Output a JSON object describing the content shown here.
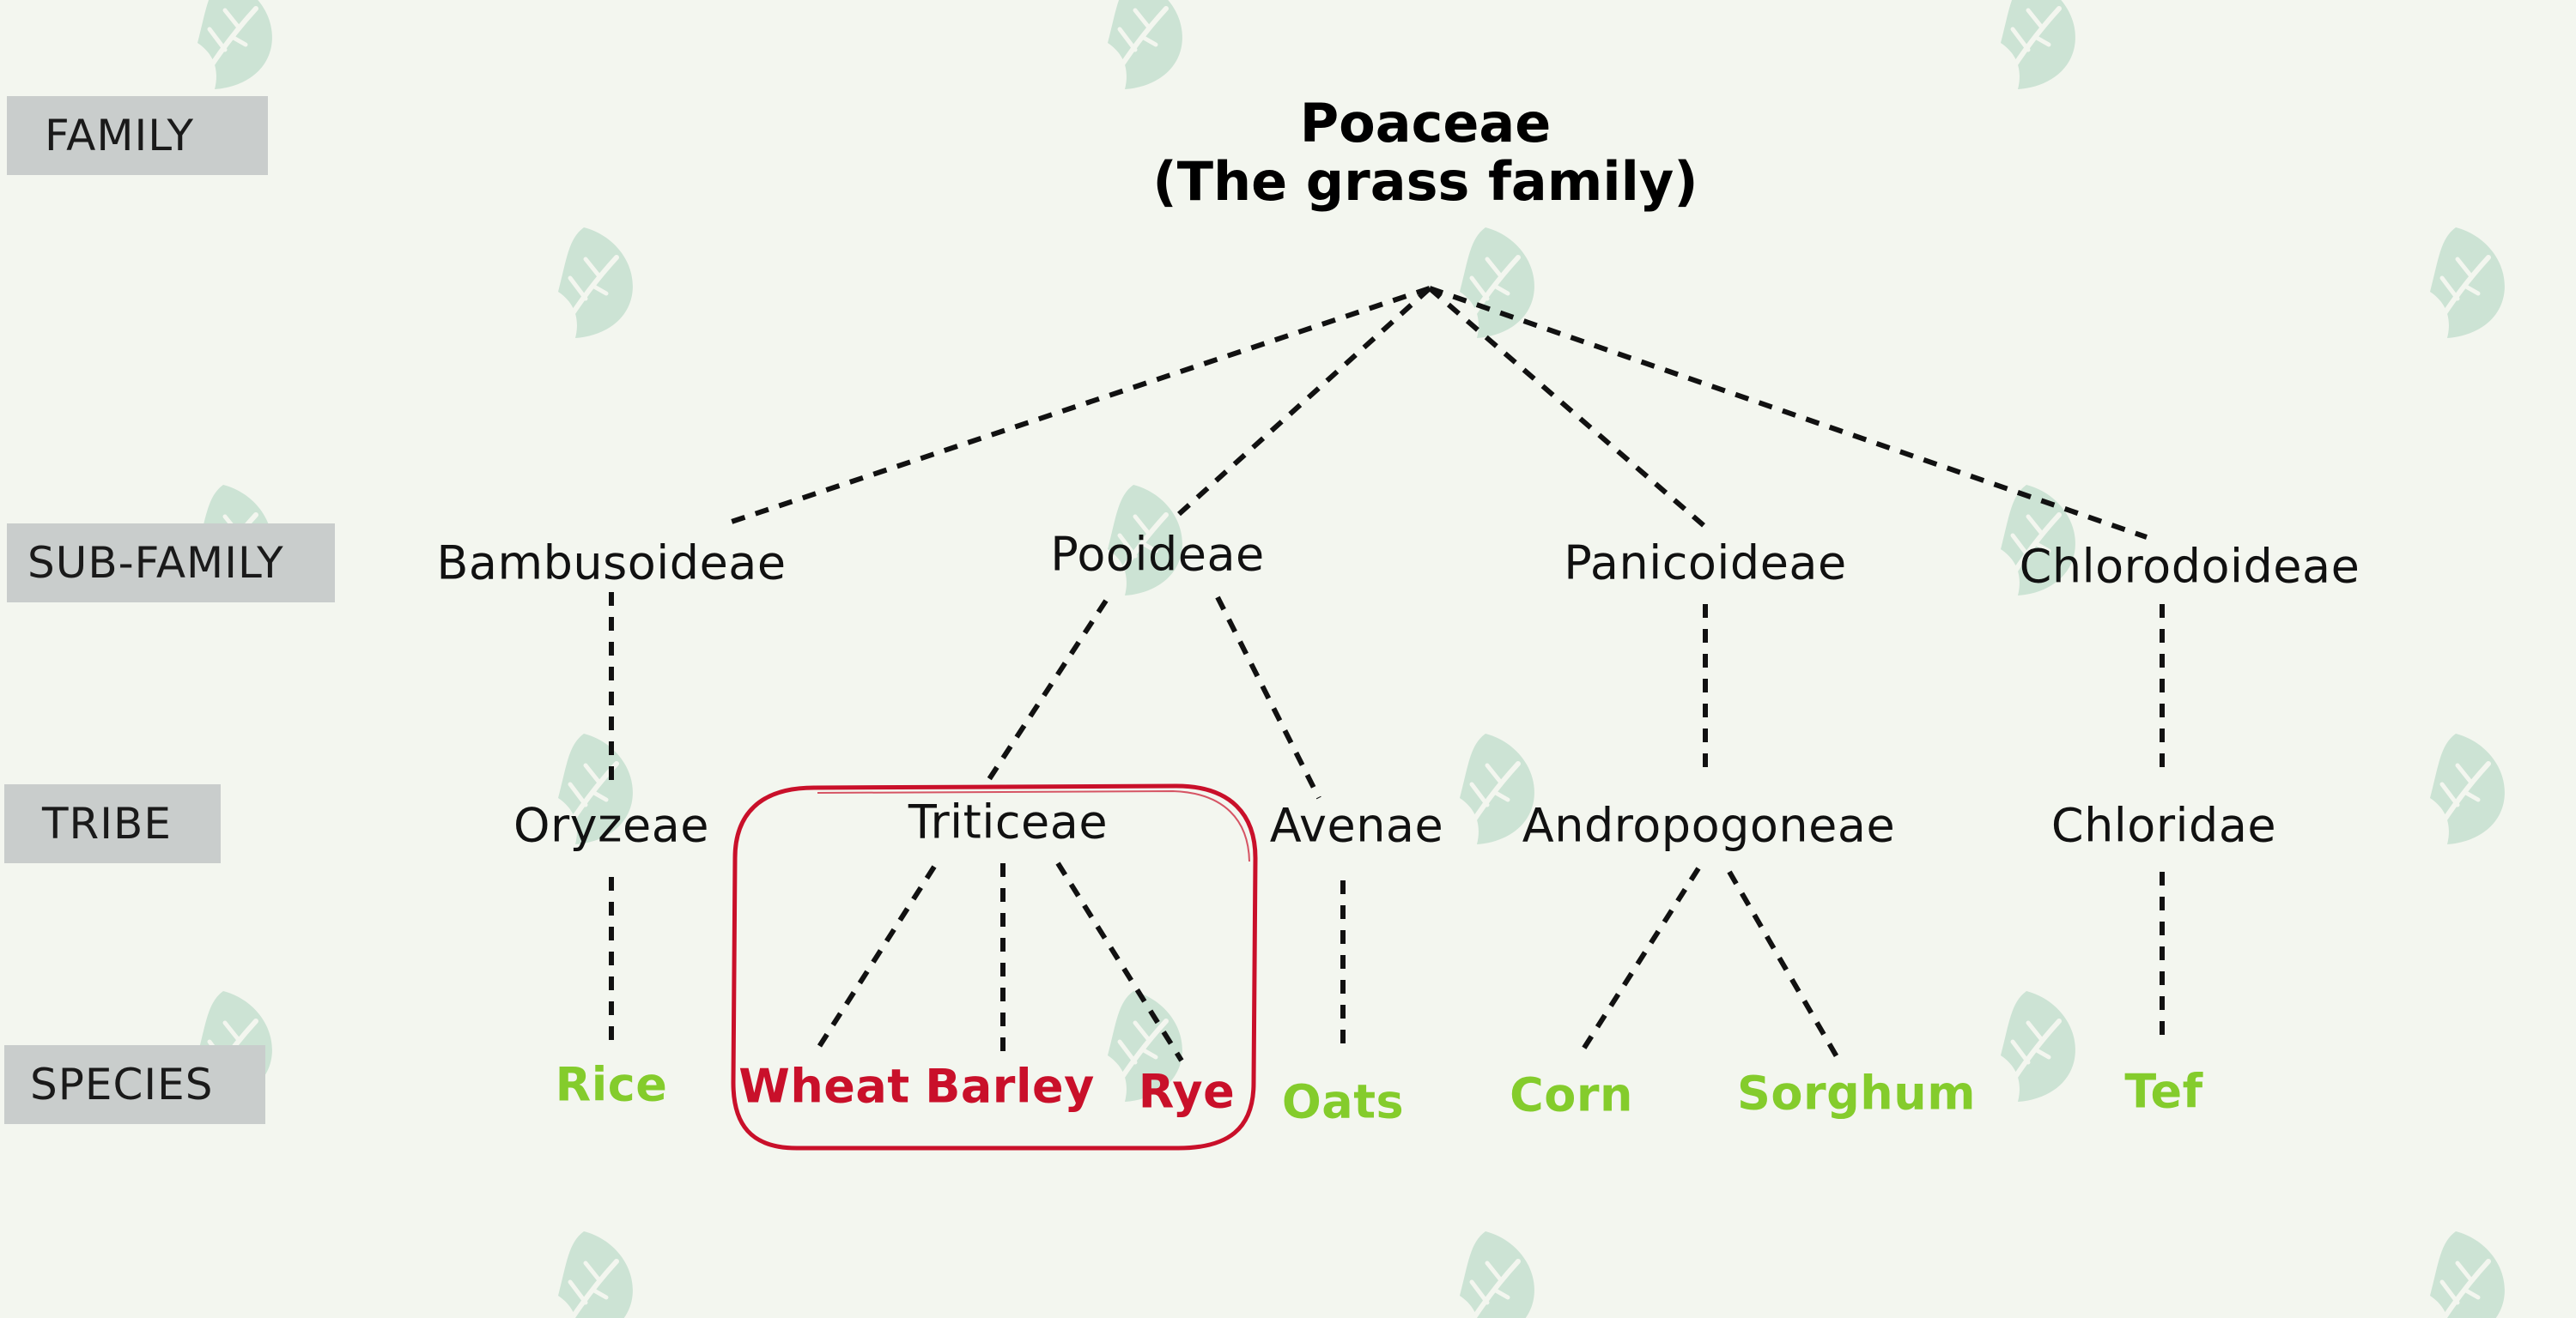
{
  "levels": {
    "family": "FAMILY",
    "subfamily": "SUB-FAMILY",
    "tribe": "TRIBE",
    "species": "SPECIES"
  },
  "root": {
    "name": "Poaceae",
    "common_name": "(The grass family)"
  },
  "subfamilies": {
    "bambusoideae": "Bambusoideae",
    "pooideae": "Pooideae",
    "panicoideae": "Panicoideae",
    "chlorodoideae": "Chlorodoideae"
  },
  "tribes": {
    "oryzeae": "Oryzeae",
    "triticeae": "Triticeae",
    "avenae": "Avenae",
    "andropogoneae": "Andropogoneae",
    "chloridae": "Chloridae"
  },
  "species": {
    "rice": "Rice",
    "wheat": "Wheat",
    "barley": "Barley",
    "rye": "Rye",
    "oats": "Oats",
    "corn": "Corn",
    "sorghum": "Sorghum",
    "tef": "Tef"
  },
  "colors": {
    "background": "#f3f6ef",
    "highlight": "#c9102a",
    "species_default": "#84cc2c",
    "level_label_bg": "#c9cdcc",
    "leaf_watermark": "#bfdccb"
  },
  "icons": {
    "watermark": "leaf-icon"
  }
}
